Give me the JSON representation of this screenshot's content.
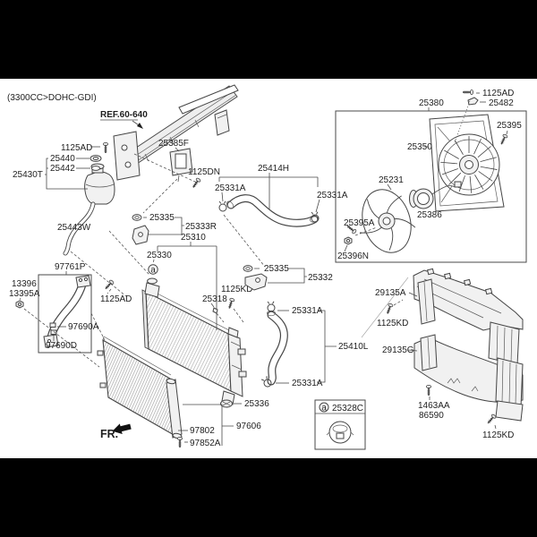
{
  "colors": {
    "letterbox": "#000000",
    "paper": "#ffffff",
    "line": "#454545",
    "text": "#1f1f1f",
    "hatch": "#adadad"
  },
  "diagram": {
    "engine_spec": "(3300CC>DOHC-GDI)",
    "reference_label": "REF.60-640",
    "front_label": "FR.",
    "detail_marker": "a",
    "legend": {
      "marker": "a",
      "part_number": "25328C"
    }
  },
  "callouts": {
    "c1125AD_1": "1125AD",
    "c25440": "25440",
    "c25442": "25442",
    "c25430T": "25430T",
    "c25385F": "25385F",
    "c1125DN": "1125DN",
    "c25414H": "25414H",
    "c25331A_1": "25331A",
    "c25331A_2": "25331A",
    "c25331A_3": "25331A",
    "c25331A_4": "25331A",
    "c25335_1": "25335",
    "c25335_2": "25335",
    "c25333R": "25333R",
    "c25310": "25310",
    "c25443W": "25443W",
    "c25330": "25330",
    "c13396": "13396",
    "c13395A": "13395A",
    "c97761P": "97761P",
    "c1125AD_2": "1125AD",
    "c97690A": "97690A",
    "c97690D": "97690D",
    "c1125KD_1": "1125KD",
    "c25318": "25318",
    "c25332": "25332",
    "c25410L": "25410L",
    "c25336": "25336",
    "c97606": "97606",
    "c97802": "97802",
    "c97852A": "97852A",
    "c25380": "25380",
    "c1125AD_3": "1125AD",
    "c25482": "25482",
    "c25395": "25395",
    "c25350": "25350",
    "c25231": "25231",
    "c25386": "25386",
    "c25395A": "25395A",
    "c25396N": "25396N",
    "c29135A": "29135A",
    "c1125KD_2": "1125KD",
    "c29135G": "29135G",
    "c1463AA": "1463AA",
    "c86590": "86590",
    "c1125KD_3": "1125KD"
  }
}
